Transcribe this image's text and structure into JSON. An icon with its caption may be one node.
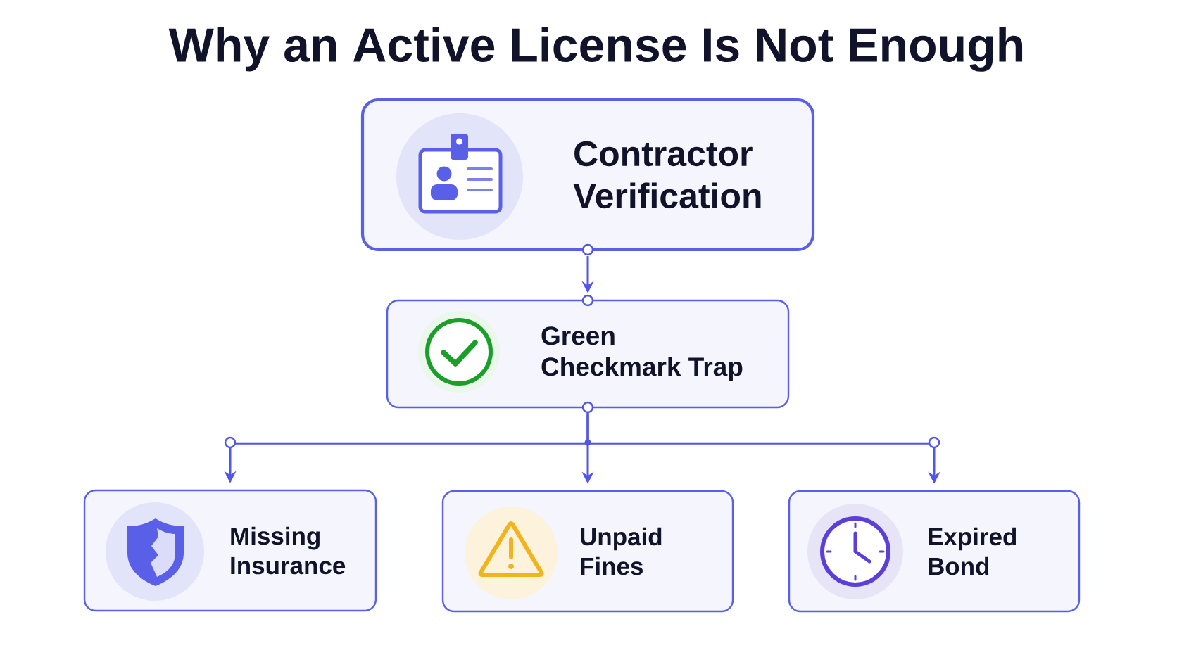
{
  "diagram": {
    "title": "Why an Active License Is Not Enough",
    "nodes": [
      {
        "text": [
          "Contractor Verification"
        ]
      },
      {
        "text": [
          "Green Checkmark Trap"
        ]
      },
      {
        "text": [
          "Missing Insurance"
        ]
      },
      {
        "text": [
          "Unpaid Fines"
        ]
      },
      {
        "text": [
          "Expired Bond"
        ]
      }
    ],
    "edges": [
      {
        "from": 0,
        "to": 1,
        "arrow": "to"
      },
      {
        "from": 1,
        "to": 2,
        "arrow": "to"
      },
      {
        "from": 1,
        "to": 3,
        "arrow": "to"
      },
      {
        "from": 1,
        "to": 4,
        "arrow": "to"
      }
    ]
  }
}
